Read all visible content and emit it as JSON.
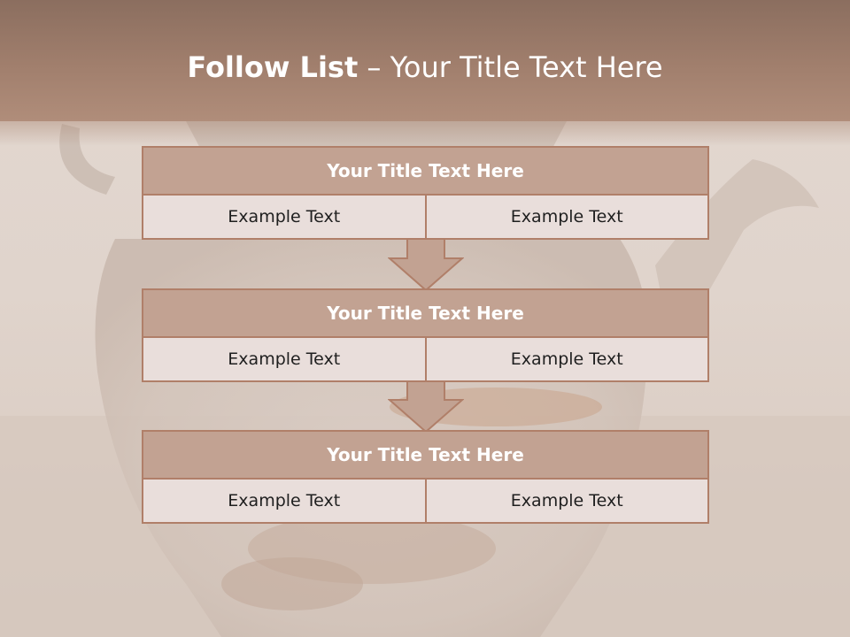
{
  "slide": {
    "title_bold": "Follow List",
    "title_rest": " – Your Title Text Here"
  },
  "blocks": [
    {
      "title": "Your Title Text Here",
      "left": "Example Text",
      "right": "Example Text"
    },
    {
      "title": "Your Title Text Here",
      "left": "Example Text",
      "right": "Example Text"
    },
    {
      "title": "Your Title Text Here",
      "left": "Example Text",
      "right": "Example Text"
    }
  ],
  "colors": {
    "title_bar": "#a17f6d",
    "block_header": "#c2a292",
    "block_border": "#b07f69",
    "cell_fill": "#e9dedb"
  }
}
